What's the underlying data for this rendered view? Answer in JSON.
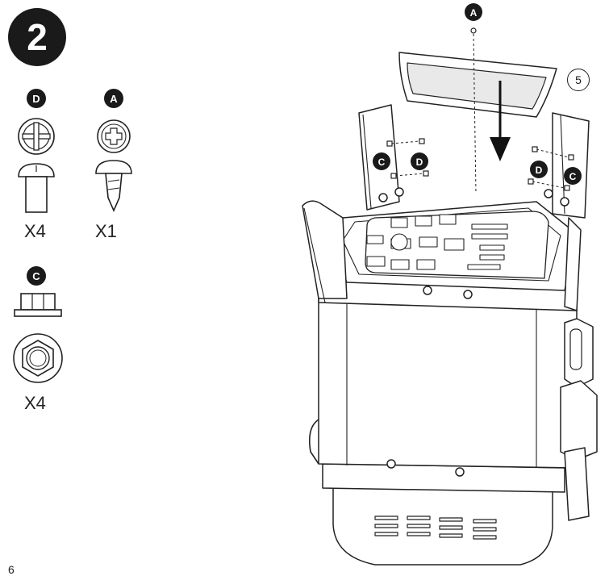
{
  "step": {
    "number": "2"
  },
  "parts": [
    {
      "letter": "D",
      "quantity": "X4",
      "icon": "truss-head-screw-icon"
    },
    {
      "letter": "A",
      "quantity": "X1",
      "icon": "pan-head-screw-icon"
    },
    {
      "letter": "C",
      "quantity": "X4",
      "icon": "hex-nut-icon"
    }
  ],
  "diagram": {
    "callout": "5",
    "labels": [
      "A",
      "C",
      "D",
      "D",
      "C"
    ]
  },
  "page": {
    "number": "6"
  }
}
